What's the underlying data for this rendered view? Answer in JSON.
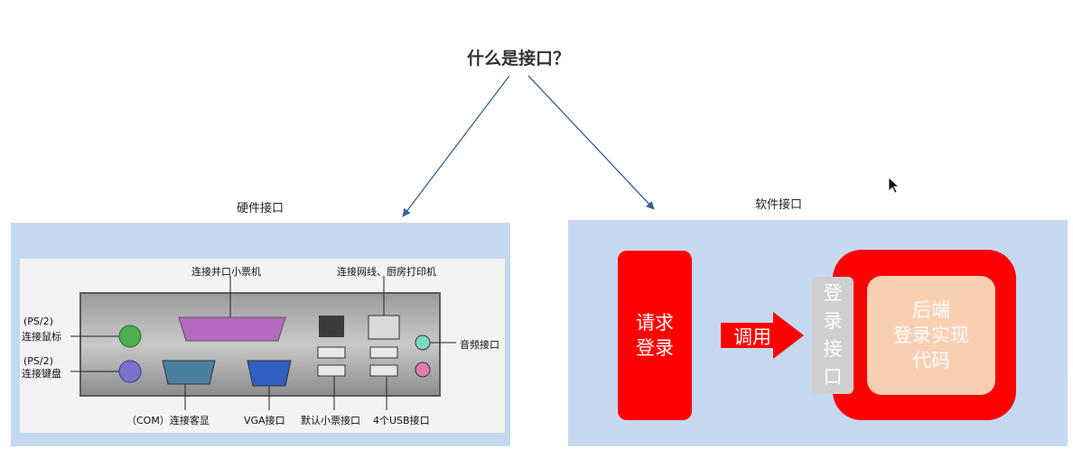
{
  "title": "什么是接口？",
  "hardware": {
    "label": "硬件接口",
    "ports": {
      "parallel": "连接并口小票机",
      "network": "连接网线、厨房打印机",
      "ps2_1": "(PS/2)",
      "mouse": "连接鼠标",
      "ps2_2": "(PS/2)",
      "keyboard": "连接键盘",
      "audio": "音频接口",
      "com": "（COM）连接客显",
      "vga": "VGA接口",
      "default_receipt": "默认小票接口",
      "usb": "4个USB接口"
    }
  },
  "software": {
    "label": "软件接口",
    "request": "请求登录",
    "call": "调用",
    "interface": "登录接口",
    "backend": "后端\n登录实现\n代码"
  },
  "colors": {
    "panel": "#c5d8ef",
    "red": "#ff0000",
    "peach": "#f9cfb2",
    "arrow": "#3a5f8f"
  }
}
